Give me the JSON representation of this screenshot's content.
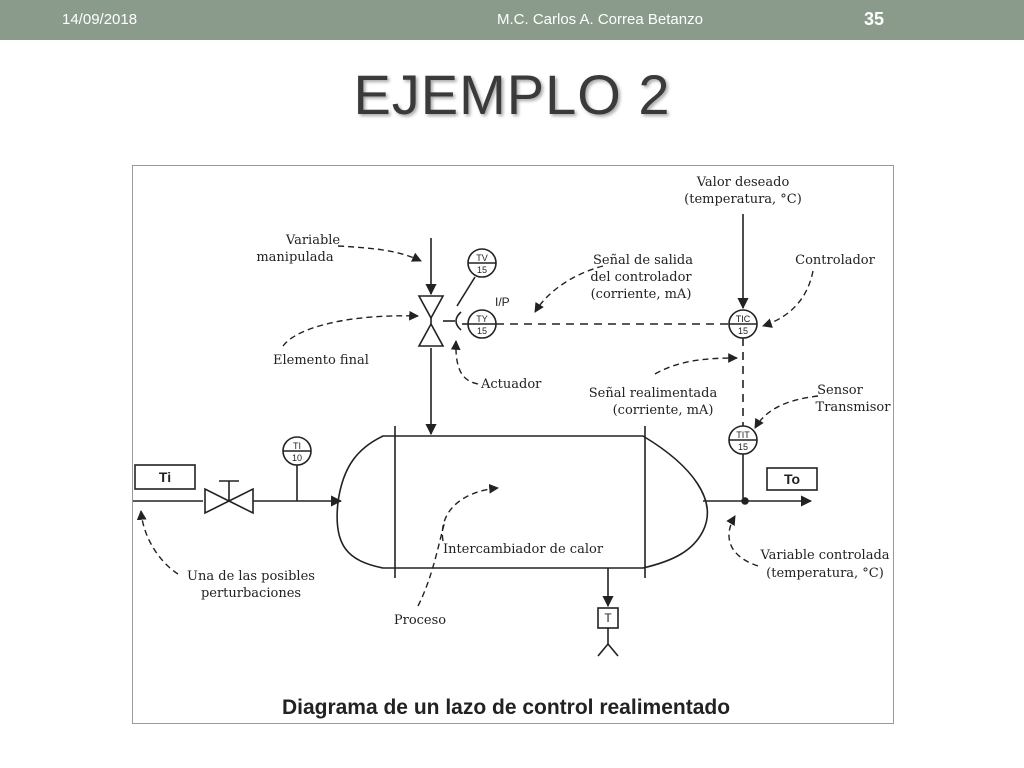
{
  "header": {
    "date": "14/09/2018",
    "author": "M.C. Carlos A. Correa Betanzo",
    "slide_number": "35"
  },
  "title": "EJEMPLO  2",
  "diagram": {
    "caption": "Diagrama de un lazo de control realimentado",
    "labels": {
      "valor_deseado_1": "Valor deseado",
      "valor_deseado_2": "(temperatura, °C)",
      "variable_manipulada_1": "Variable",
      "variable_manipulada_2": "manipulada",
      "senal_salida_1": "Señal de salida",
      "senal_salida_2": "del controlador",
      "senal_salida_3": "(corriente, mA)",
      "controlador": "Controlador",
      "ip": "I/P",
      "elemento_final": "Elemento final",
      "actuador": "Actuador",
      "senal_realimentada_1": "Señal realimentada",
      "senal_realimentada_2": "(corriente, mA)",
      "sensor_1": "Sensor",
      "sensor_2": "Transmisor",
      "ti_box": "Ti",
      "to_box": "To",
      "intercambiador": "Intercambiador de calor",
      "perturbaciones_1": "Una de las posibles",
      "perturbaciones_2": "perturbaciones",
      "variable_controlada_1": "Variable controlada",
      "variable_controlada_2": "(temperatura, °C)",
      "proceso": "Proceso",
      "trap": "T"
    },
    "instruments": {
      "tv_a": "TV",
      "tv_b": "15",
      "ty_a": "TY",
      "ty_b": "15",
      "tic_a": "TIC",
      "tic_b": "15",
      "tit_a": "TIT",
      "tit_b": "15",
      "ti_a": "TI",
      "ti_b": "10"
    }
  }
}
